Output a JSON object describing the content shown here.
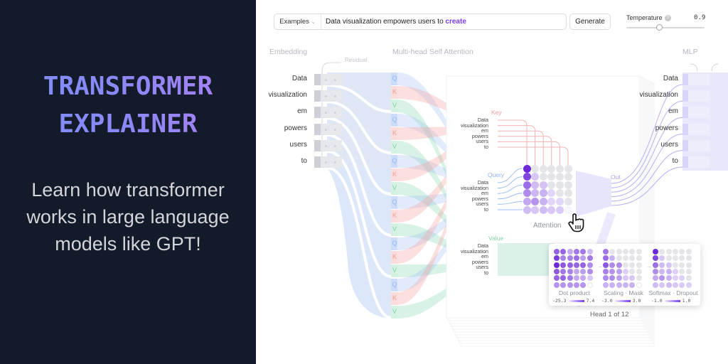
{
  "promo": {
    "title_line1": "Transformer",
    "title_line2": "Explainer",
    "tagline": "Learn how transformer works in large language models like GPT!"
  },
  "toolbar": {
    "examples_label": "Examples",
    "examples_icon": "chevron-down-icon",
    "prompt_text": "Data visualization empowers users to",
    "prompt_highlight": "create",
    "generate_label": "Generate",
    "temperature_label": "Temperature",
    "help_icon": "?",
    "temperature_value": "0.9",
    "temperature_fraction": 0.42
  },
  "sections": {
    "embedding": "Embedding",
    "residual": "Residual",
    "attention": "Multi-head Self Attention",
    "mlp": "MLP"
  },
  "tokens": [
    "Data",
    "visualization",
    "em",
    "powers",
    "users",
    "to"
  ],
  "qkv_letters": [
    "Q",
    "K",
    "V"
  ],
  "head": {
    "key_title": "Key",
    "query_title": "Query",
    "value_title": "Value",
    "attention_label": "Attention",
    "out_label": "Out",
    "head_label": "Head 1 of 12"
  },
  "attention_matrix": [
    [
      1.0,
      0,
      0,
      0,
      0,
      0
    ],
    [
      0.85,
      0.2,
      0,
      0,
      0,
      0
    ],
    [
      0.65,
      0.25,
      0.22,
      0,
      0,
      0
    ],
    [
      0.5,
      0.28,
      0.3,
      0.1,
      0,
      0
    ],
    [
      0.35,
      0.45,
      0.3,
      0.12,
      0.1,
      0
    ],
    [
      0.25,
      0.2,
      0.25,
      0.2,
      0.18,
      0.05
    ]
  ],
  "popup": {
    "steps": [
      {
        "caption": "Dot product",
        "min": "-25.3",
        "max": "7.4",
        "matrix": [
          [
            0.7,
            0.7,
            0.35,
            0.6,
            0.6,
            0.25
          ],
          [
            0.9,
            0.55,
            0.55,
            0.65,
            0.4,
            0.6
          ],
          [
            1.0,
            0.75,
            0.7,
            0.7,
            0.7,
            0.5
          ],
          [
            0.75,
            0.6,
            0.55,
            0.35,
            0.4,
            0.5
          ],
          [
            0.7,
            0.7,
            0.6,
            0.35,
            0.35,
            0.2
          ],
          [
            0.45,
            0.45,
            0.45,
            0.45,
            0.45,
            0.0
          ]
        ]
      },
      {
        "caption": "Scaling · Mask",
        "min": "-3.0",
        "max": "3.0",
        "matrix": [
          [
            0.6,
            -1,
            -1,
            -1,
            -1,
            -1
          ],
          [
            0.65,
            0.3,
            -1,
            -1,
            -1,
            -1
          ],
          [
            0.75,
            0.5,
            0.5,
            -1,
            -1,
            -1
          ],
          [
            0.55,
            0.45,
            0.4,
            0.15,
            -1,
            -1
          ],
          [
            0.5,
            0.5,
            0.4,
            0.2,
            0.2,
            -1
          ],
          [
            0.3,
            0.3,
            0.3,
            0.3,
            0.3,
            0.0
          ]
        ]
      },
      {
        "caption": "Softmax · Dropout",
        "min": "-1.0",
        "max": "1.0",
        "matrix": [
          [
            1.0,
            -1,
            -1,
            -1,
            -1,
            -1
          ],
          [
            0.85,
            0.2,
            -1,
            -1,
            -1,
            -1
          ],
          [
            0.65,
            0.25,
            0.22,
            -1,
            -1,
            -1
          ],
          [
            0.5,
            0.28,
            0.3,
            0.1,
            -1,
            -1
          ],
          [
            0.35,
            0.45,
            0.3,
            0.12,
            0.1,
            -1
          ],
          [
            0.25,
            0.2,
            0.25,
            0.2,
            0.18,
            0.05
          ]
        ]
      }
    ]
  },
  "colors": {
    "accent": "#7c3aed",
    "query": "#93b8f2",
    "key": "#f5a3a3",
    "value": "#8fdcb4",
    "panel_bg": "#131a29"
  }
}
